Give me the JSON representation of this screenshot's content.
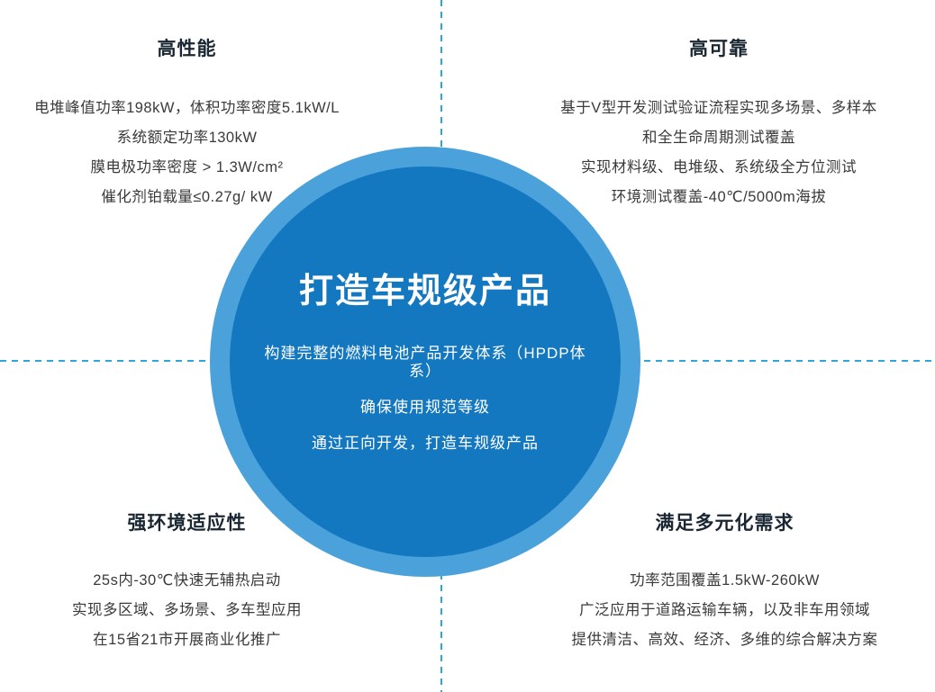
{
  "center": {
    "title": "打造车规级产品",
    "lines": [
      "构建完整的燃料电池产品开发体系（HPDP体系）",
      "确保使用规范等级",
      "通过正向开发，打造车规级产品"
    ]
  },
  "quadrants": {
    "top_left": {
      "heading": "高性能",
      "lines": [
        "电堆峰值功率198kW，体积功率密度5.1kW/L",
        "系统额定功率130kW",
        "膜电极功率密度 > 1.3W/cm²",
        "催化剂铂载量≤0.27g/ kW"
      ]
    },
    "top_right": {
      "heading": "高可靠",
      "lines": [
        "基于V型开发测试验证流程实现多场景、多样本",
        "和全生命周期测试覆盖",
        "实现材料级、电堆级、系统级全方位测试",
        "环境测试覆盖-40℃/5000m海拔"
      ]
    },
    "bottom_left": {
      "heading": "强环境适应性",
      "lines": [
        "25s内-30℃快速无辅热启动",
        "实现多区域、多场景、多车型应用",
        "在15省21市开展商业化推广"
      ]
    },
    "bottom_right": {
      "heading": "满足多元化需求",
      "lines": [
        "功率范围覆盖1.5kW-260kW",
        "广泛应用于道路运输车辆，以及非车用领域",
        "提供清洁、高效、经济、多维的综合解决方案"
      ]
    }
  },
  "colors": {
    "circle_outer": "#4ba2da",
    "circle_inner": "#1478c0",
    "dashed_line": "#2ba7de",
    "heading_text": "#1a2733",
    "body_text": "#3a3a3a"
  }
}
